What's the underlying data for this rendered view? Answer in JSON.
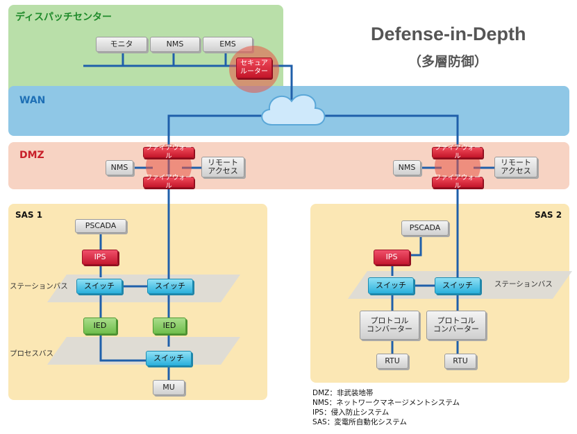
{
  "title": "Defense-in-Depth",
  "subtitle": "（多層防御）",
  "zones": {
    "dispatch": "ディスパッチセンター",
    "wan": "WAN",
    "dmz": "DMZ",
    "sas1": "SAS 1",
    "sas2": "SAS 2"
  },
  "dispatch_nodes": {
    "monitor": "モニタ",
    "nms": "NMS",
    "ems": "EMS",
    "router": "セキュア\nルーター"
  },
  "dmz_left": {
    "nms": "NMS",
    "remote": "リモート\nアクセス",
    "fw_top": "ファイアウォール",
    "fw_bottom": "ファイアウォール"
  },
  "dmz_right": {
    "nms": "NMS",
    "remote": "リモート\nアクセス",
    "fw_top": "ファイアウォール",
    "fw_bottom": "ファイアウォール"
  },
  "sas1": {
    "pscada": "PSCADA",
    "ips": "IPS",
    "switch_a": "スイッチ",
    "switch_b": "スイッチ",
    "station_bus": "ステーションバス",
    "ied_a": "IED",
    "ied_b": "IED",
    "process_bus": "プロセスバス",
    "switch_c": "スイッチ",
    "mu": "MU"
  },
  "sas2": {
    "pscada": "PSCADA",
    "ips": "IPS",
    "switch_a": "スイッチ",
    "switch_b": "スイッチ",
    "station_bus": "ステーションバス",
    "conv_a": "プロトコル\nコンバーター",
    "conv_b": "プロトコル\nコンバーター",
    "rtu_a": "RTU",
    "rtu_b": "RTU"
  },
  "legend": [
    "DMZ：非武装地帯",
    "NMS：ネットワークマネージメントシステム",
    "IPS：侵入防止システム",
    "SAS：変電所自動化システム"
  ],
  "colors": {
    "dispatch_zone": "#b9dfa9",
    "wan_zone": "#8fc7e6",
    "dmz_zone": "#f7d3c3",
    "sas_zone": "#fbe7b4",
    "link": "#1f5faa",
    "dispatch_text": "#1f8a2a",
    "wan_text": "#1e6fb5",
    "dmz_text": "#c8202a"
  }
}
